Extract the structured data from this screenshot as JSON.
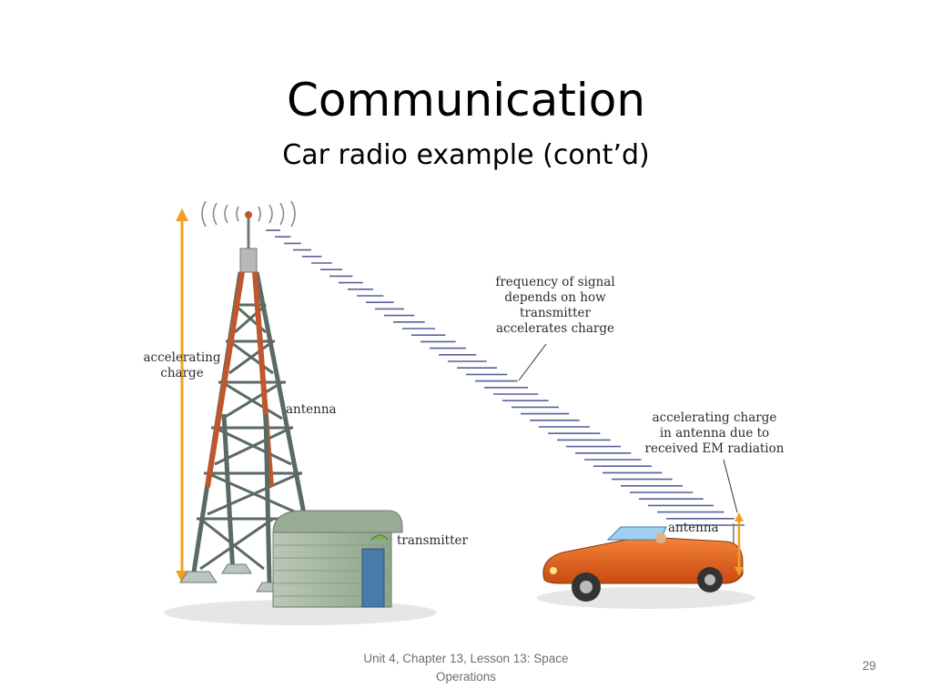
{
  "slide": {
    "title": "Communication",
    "subtitle": "Car radio example (cont’d)",
    "footer_line1": "Unit 4, Chapter 13, Lesson 13: Space",
    "footer_line2": "Operations",
    "page_number": "29"
  },
  "figure": {
    "labels": {
      "accelerating_charge_1": "accelerating",
      "accelerating_charge_2": "charge",
      "antenna_tower": "antenna",
      "transmitter": "transmitter",
      "frequency_1": "frequency of signal",
      "frequency_2": "depends on how",
      "frequency_3": "transmitter",
      "frequency_4": "accelerates charge",
      "received_1": "accelerating charge",
      "received_2": "in antenna due to",
      "received_3": "received EM radiation",
      "antenna_car": "antenna"
    },
    "colors": {
      "tower_leg": "#c0562e",
      "lattice": "#5a6b62",
      "wave_lines": "#5a5f9c",
      "arrow": "#f0a020",
      "car_body": "#e8661e",
      "building": "#a7b8a3"
    }
  }
}
